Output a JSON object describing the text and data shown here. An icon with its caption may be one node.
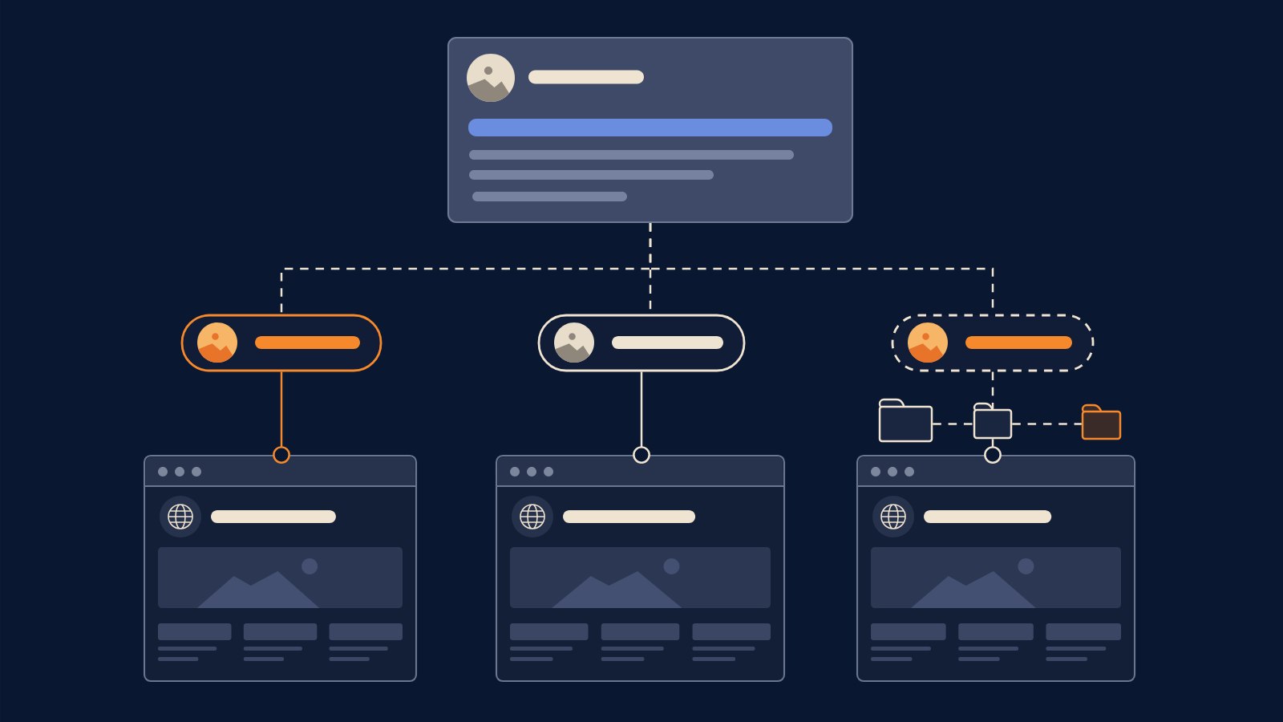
{
  "diagram": {
    "nodes": [
      {
        "text": [],
        "shape": "box"
      },
      {
        "text": [],
        "shape": "box"
      },
      {
        "text": [],
        "shape": "box"
      },
      {
        "text": [],
        "shape": "box"
      },
      {
        "text": [],
        "shape": "folder"
      },
      {
        "text": [],
        "shape": "folder"
      },
      {
        "text": [],
        "shape": "folder"
      },
      {
        "text": [],
        "shape": "box"
      },
      {
        "text": [],
        "shape": "box"
      },
      {
        "text": [],
        "shape": "box"
      }
    ],
    "edges": [
      {
        "from": 0,
        "to": 1,
        "arrow": "none",
        "style": "dashed"
      },
      {
        "from": 0,
        "to": 2,
        "arrow": "none",
        "style": "dashed"
      },
      {
        "from": 0,
        "to": 3,
        "arrow": "none",
        "style": "dashed"
      },
      {
        "from": 1,
        "to": 7,
        "arrow": "other",
        "color": "#f5892c"
      },
      {
        "from": 2,
        "to": 8,
        "arrow": "other"
      },
      {
        "from": 3,
        "to": 5,
        "arrow": "none",
        "style": "dashed"
      },
      {
        "from": 4,
        "to": 5,
        "arrow": "none",
        "style": "dashed"
      },
      {
        "from": 5,
        "to": 6,
        "arrow": "none",
        "style": "dashed"
      },
      {
        "from": 5,
        "to": 9,
        "arrow": "other"
      }
    ]
  }
}
